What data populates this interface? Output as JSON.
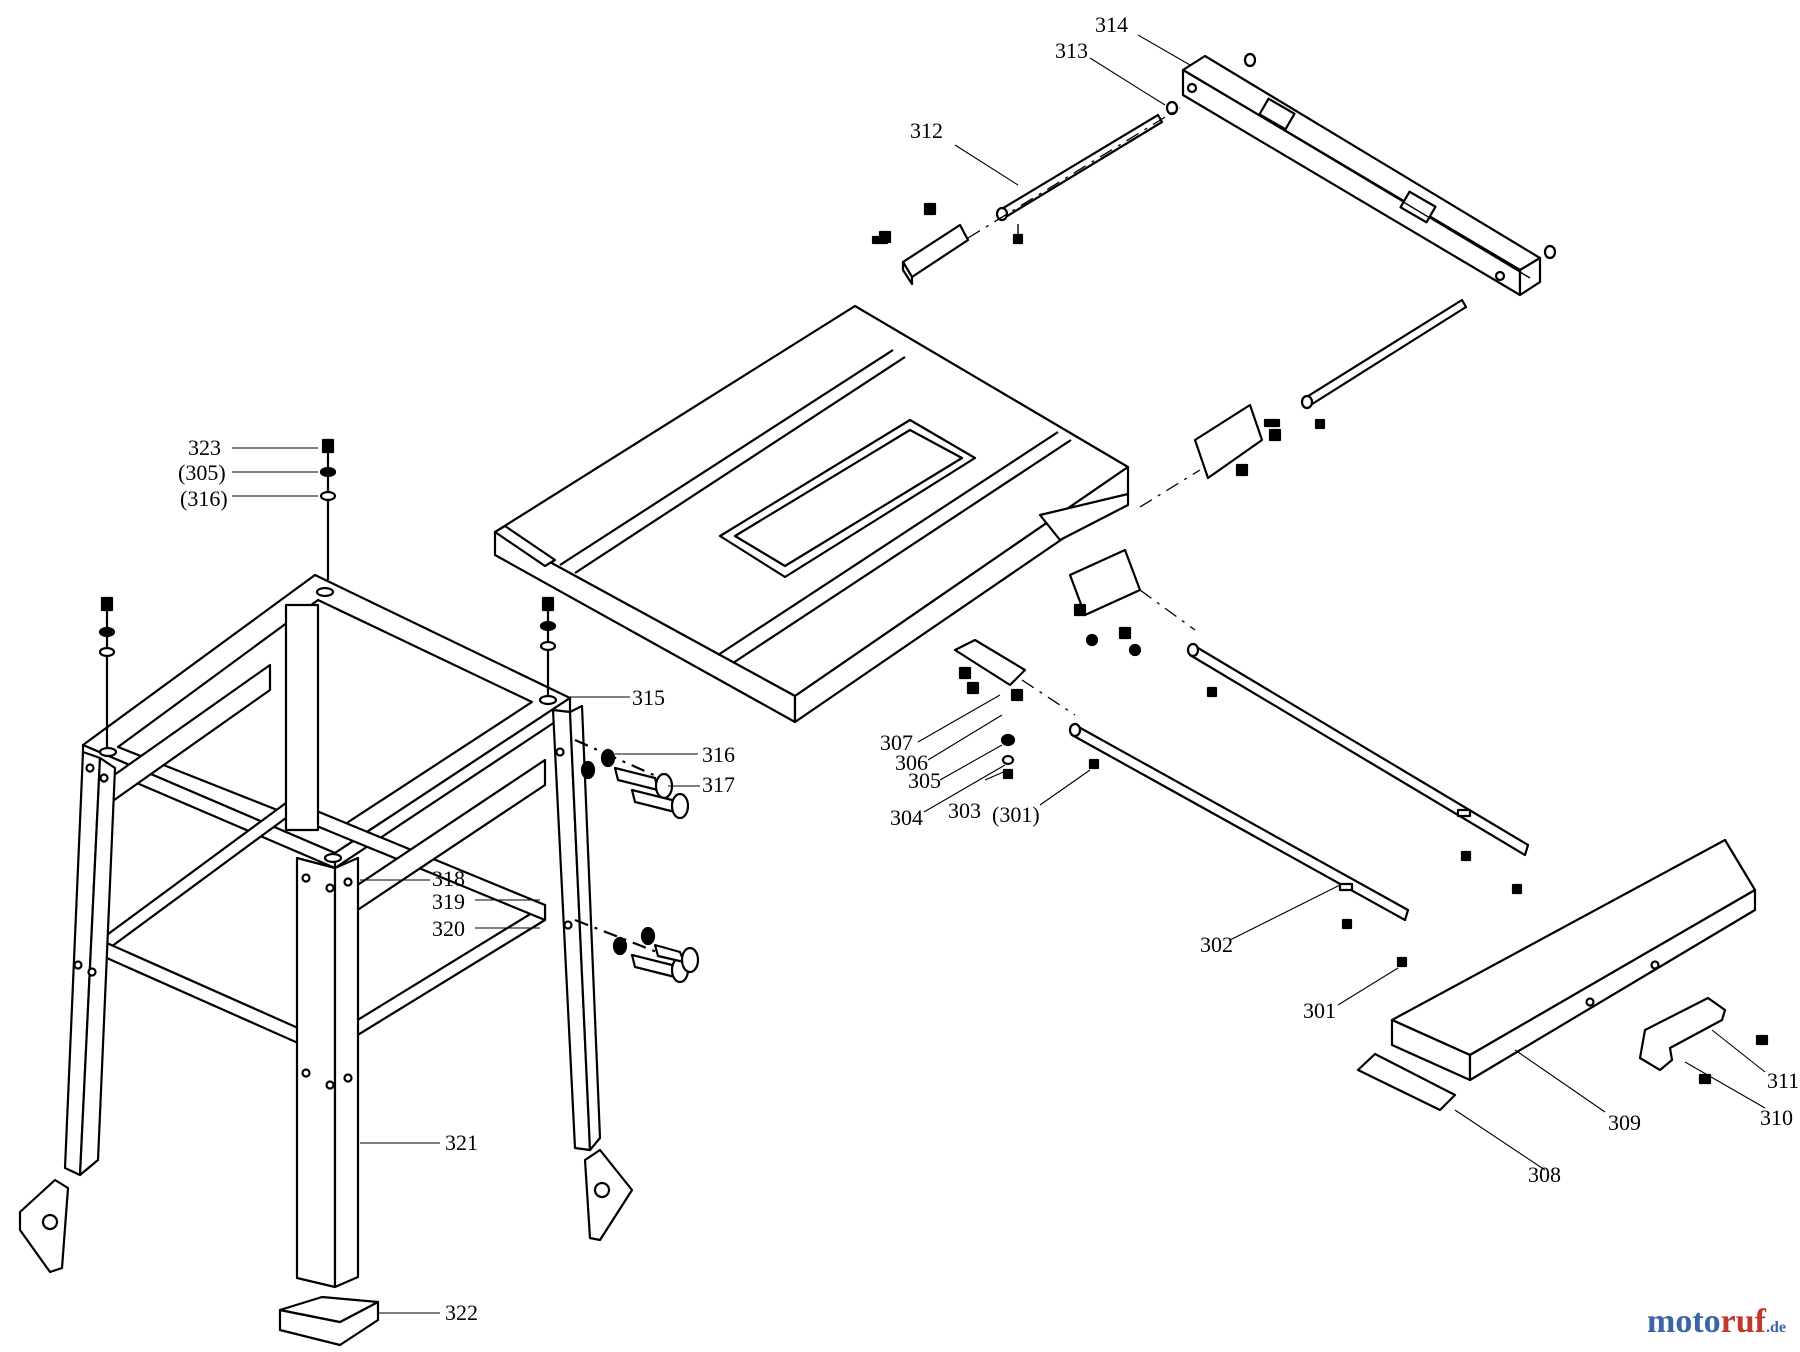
{
  "labels": {
    "l301a": "301",
    "l301b": "(301)",
    "l302": "302",
    "l303": "303",
    "l304": "304",
    "l305a": "305",
    "l305b": "(305)",
    "l306": "306",
    "l307": "307",
    "l308": "308",
    "l309": "309",
    "l310": "310",
    "l311": "311",
    "l312": "312",
    "l313": "313",
    "l314": "314",
    "l315": "315",
    "l316a": "316",
    "l316b": "(316)",
    "l317": "317",
    "l318": "318",
    "l319": "319",
    "l320": "320",
    "l321": "321",
    "l322": "322",
    "l323": "323"
  },
  "watermark": {
    "part1": "moto",
    "part2": "ruf",
    "part3": ".de"
  }
}
